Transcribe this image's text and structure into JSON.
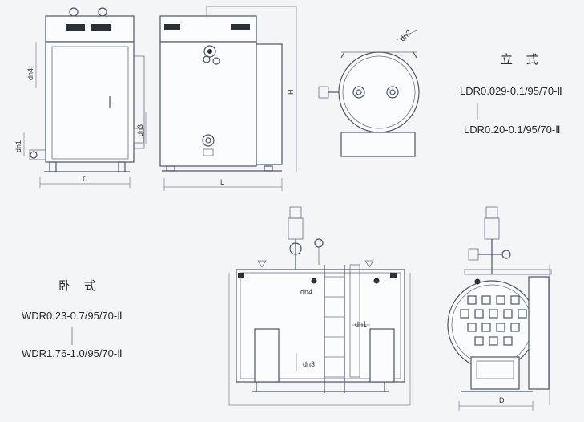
{
  "vertical": {
    "category": "立 式",
    "model_from": "LDR0.029-0.1/95/70-Ⅱ",
    "model_to": "LDR0.20-0.1/95/70-Ⅱ",
    "dims": {
      "dn4": "dn4",
      "dn3": "dn3",
      "dn1": "dn1",
      "D": "D",
      "L": "L",
      "H": "H",
      "dn2": "dn2"
    }
  },
  "horizontal": {
    "category": "卧 式",
    "model_from": "WDR0.23-0.7/95/70-Ⅱ",
    "model_to": "WDR1.76-1.0/95/70-Ⅱ",
    "dims": {
      "dn4": "dn4",
      "dn1": "dn1",
      "dn3": "dn3",
      "D": "D"
    }
  }
}
